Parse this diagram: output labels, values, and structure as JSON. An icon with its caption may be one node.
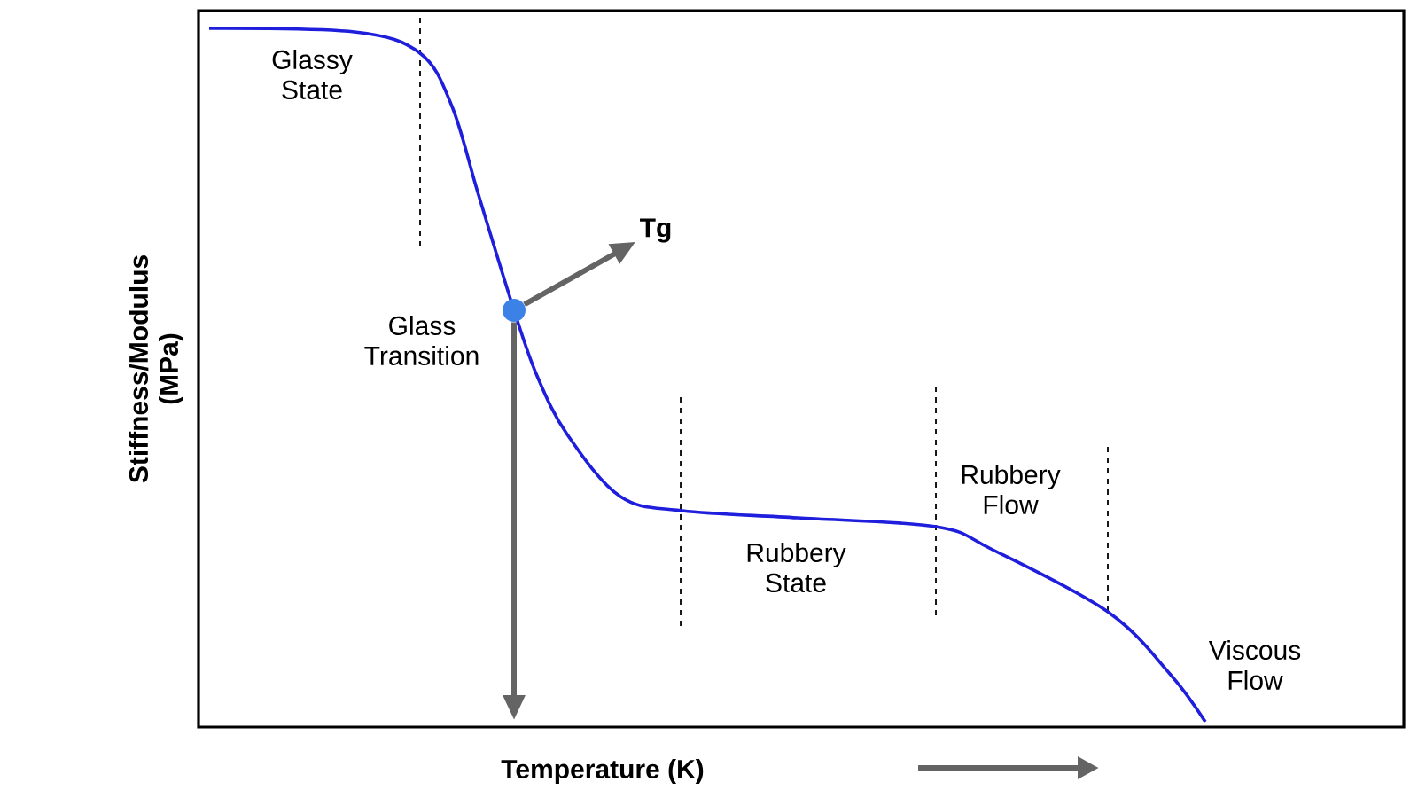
{
  "diagram": {
    "nodes": [
      {
        "text": [
          "Tg"
        ]
      },
      {
        "text": [],
        "shape": "circle"
      }
    ],
    "edges": [
      {
        "from": 1,
        "to": 0,
        "arrow": "to"
      },
      {
        "from": 1,
        "to": null,
        "arrow": "to"
      }
    ],
    "labels": [
      "Glassy State",
      "Glass Transition",
      "Rubbery State",
      "Rubbery Flow",
      "Viscous Flow",
      "Stiffness/Modulus (MPa)",
      "Temperature (K)"
    ]
  }
}
